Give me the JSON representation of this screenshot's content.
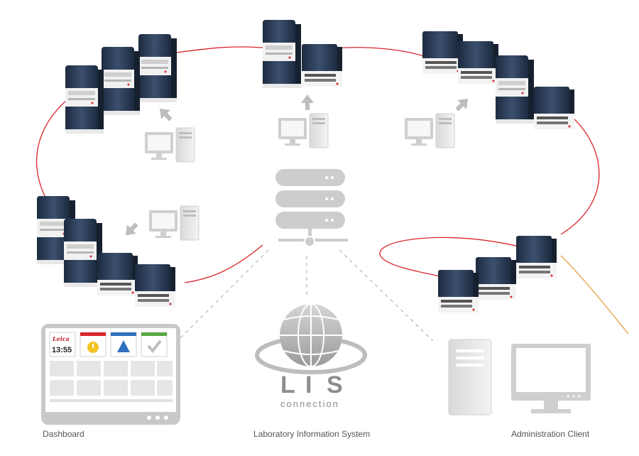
{
  "captions": {
    "dashboard": "Dashboard",
    "lis": "Laboratory Information System",
    "admin": "Administration Client"
  },
  "lis_logo": {
    "letters": [
      "L",
      "I",
      "S"
    ],
    "subtitle": "connection"
  },
  "dashboard_screen": {
    "logo": "Leica",
    "time": "13:55",
    "status_icons": [
      "info-icon",
      "warning-icon",
      "check-icon"
    ]
  },
  "colors": {
    "network_line": "#d8262c",
    "dashed_link": "#b8b8b8",
    "instrument_body": "#2b3b55",
    "instrument_panel": "#f2f2f2",
    "icon_grey": "#c9c9c9",
    "status_red": "#d8262c",
    "status_blue": "#2f6fbf",
    "status_green": "#5aa847"
  }
}
